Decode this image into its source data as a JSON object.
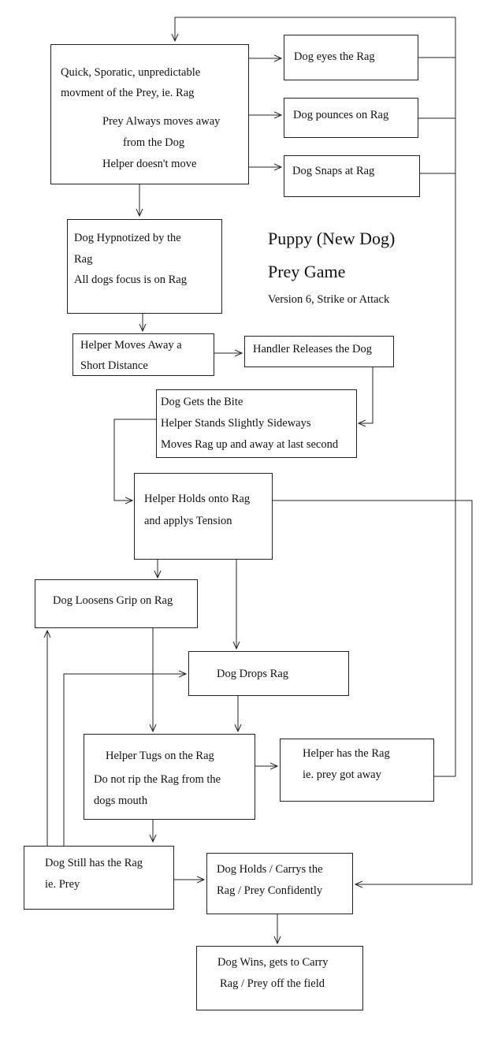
{
  "diagram": {
    "title_line1": "Puppy (New Dog)",
    "title_line2": "Prey Game",
    "subtitle": "Version 6, Strike or Attack"
  },
  "nodes": {
    "quick_movement": {
      "line1": "Quick, Sporatic, unpredictable",
      "line2": "movment of the Prey, ie. Rag",
      "line3": "Prey Always moves away",
      "line4": "from the Dog",
      "line5": "Helper doesn't move"
    },
    "eyes_rag": {
      "line1": "Dog eyes the Rag"
    },
    "pounces_rag": {
      "line1": "Dog pounces on Rag"
    },
    "snaps_rag": {
      "line1": "Dog Snaps at Rag"
    },
    "hypnotized": {
      "line1": "Dog Hypnotized by the",
      "line2": "Rag",
      "line3": "All dogs focus is on Rag"
    },
    "helper_moves_away": {
      "line1": "Helper Moves Away a",
      "line2": "Short Distance"
    },
    "handler_releases": {
      "line1": "Handler Releases the Dog"
    },
    "gets_bite": {
      "line1": "Dog Gets the Bite",
      "line2": "Helper Stands Slightly Sideways",
      "line3": "Moves Rag up and away at last second"
    },
    "holds_tension": {
      "line1": "Helper Holds onto Rag",
      "line2": "and applys Tension"
    },
    "loosens_grip": {
      "line1": "Dog Loosens Grip on Rag"
    },
    "drops_rag": {
      "line1": "Dog Drops Rag"
    },
    "tugs_rag": {
      "line1": "Helper Tugs on the Rag",
      "line2": "Do not rip the Rag from the",
      "line3": "dogs mouth"
    },
    "helper_has_rag": {
      "line1": "Helper has the Rag",
      "line2": "ie. prey got away"
    },
    "still_has_rag": {
      "line1": "Dog Still has the Rag",
      "line2": "ie. Prey"
    },
    "holds_carries": {
      "line1": "Dog Holds / Carrys the",
      "line2": "Rag / Prey Confidently"
    },
    "dog_wins": {
      "line1": "Dog Wins, gets to Carry",
      "line2": "Rag / Prey off the field"
    }
  },
  "style": {
    "line_color": "#222222",
    "box_border": "#222222",
    "background": "#ffffff"
  }
}
